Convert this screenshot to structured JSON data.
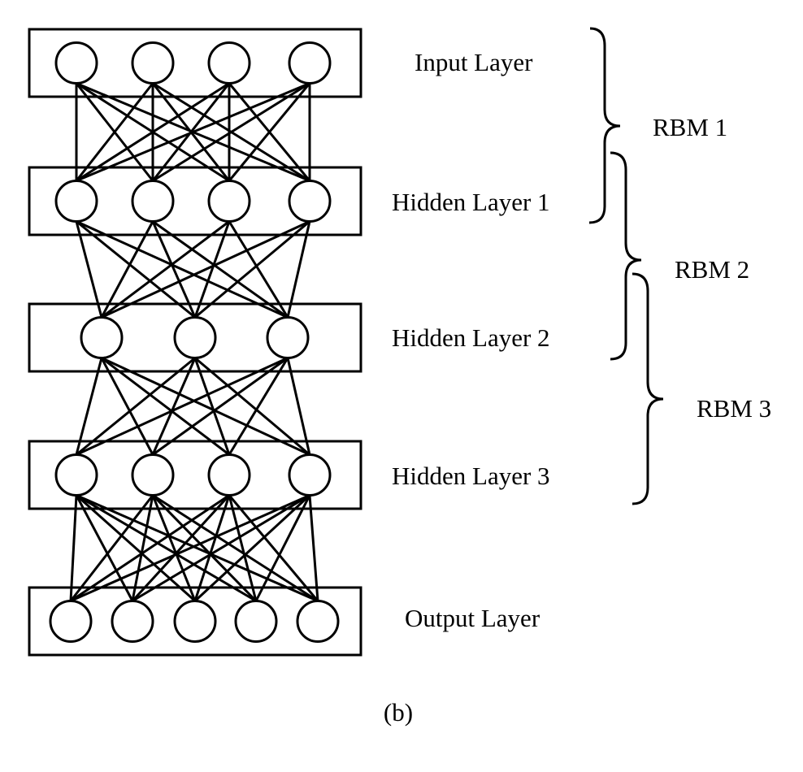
{
  "diagram": {
    "type": "deep-belief-network",
    "layers": [
      {
        "id": "input",
        "label": "Input Layer",
        "nodes": 4
      },
      {
        "id": "hidden1",
        "label": "Hidden Layer 1",
        "nodes": 4
      },
      {
        "id": "hidden2",
        "label": "Hidden Layer 2",
        "nodes": 3
      },
      {
        "id": "hidden3",
        "label": "Hidden Layer 3",
        "nodes": 4
      },
      {
        "id": "output",
        "label": "Output Layer",
        "nodes": 5
      }
    ],
    "connections": "fully-connected between adjacent layers",
    "groups": [
      {
        "label": "RBM 1",
        "spans": [
          "input",
          "hidden1"
        ]
      },
      {
        "label": "RBM 2",
        "spans": [
          "hidden1",
          "hidden2"
        ]
      },
      {
        "label": "RBM 3",
        "spans": [
          "hidden2",
          "hidden3"
        ]
      }
    ],
    "caption": "(b)",
    "colors": {
      "stroke": "#000000",
      "background": "#ffffff"
    }
  }
}
